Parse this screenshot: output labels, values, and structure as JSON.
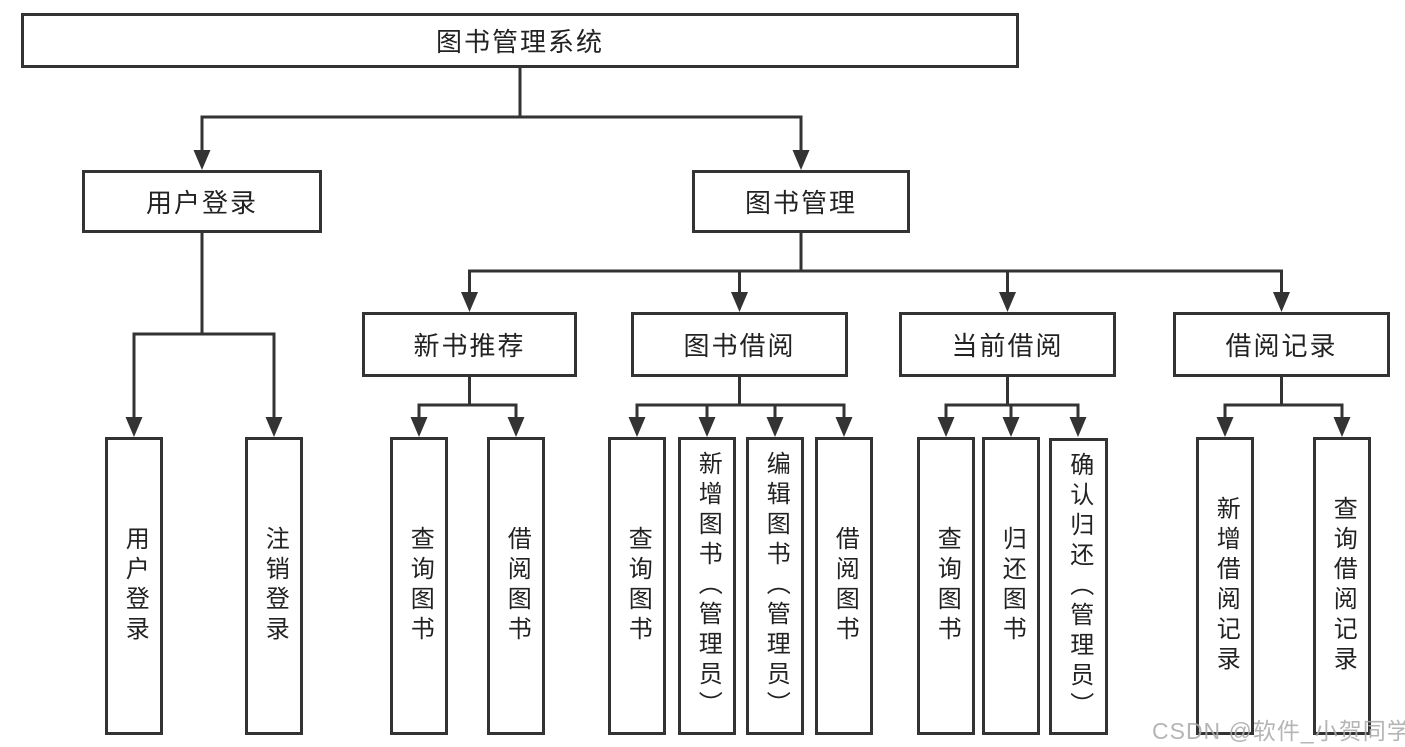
{
  "tree": {
    "label": "图书管理系统",
    "children": [
      {
        "label": "用户登录",
        "children": [
          {
            "label": "用户登录"
          },
          {
            "label": "注销登录"
          }
        ]
      },
      {
        "label": "图书管理",
        "children": [
          {
            "label": "新书推荐",
            "children": [
              {
                "label": "查询图书"
              },
              {
                "label": "借阅图书"
              }
            ]
          },
          {
            "label": "图书借阅",
            "children": [
              {
                "label": "查询图书"
              },
              {
                "label": "新增图书（管理员）"
              },
              {
                "label": "编辑图书（管理员）"
              },
              {
                "label": "借阅图书"
              }
            ]
          },
          {
            "label": "当前借阅",
            "children": [
              {
                "label": "查询图书"
              },
              {
                "label": "归还图书"
              },
              {
                "label": "确认归还（管理员）"
              }
            ]
          },
          {
            "label": "借阅记录",
            "children": [
              {
                "label": "新增借阅记录"
              },
              {
                "label": "查询借阅记录"
              }
            ]
          }
        ]
      }
    ]
  },
  "watermark": "CSDN @软件_小贺同学",
  "colors": {
    "line": "#333333",
    "box_border": "#333333",
    "box_fill": "#ffffff",
    "text": "#222222",
    "watermark": "#ababab",
    "background": "#ffffff"
  }
}
